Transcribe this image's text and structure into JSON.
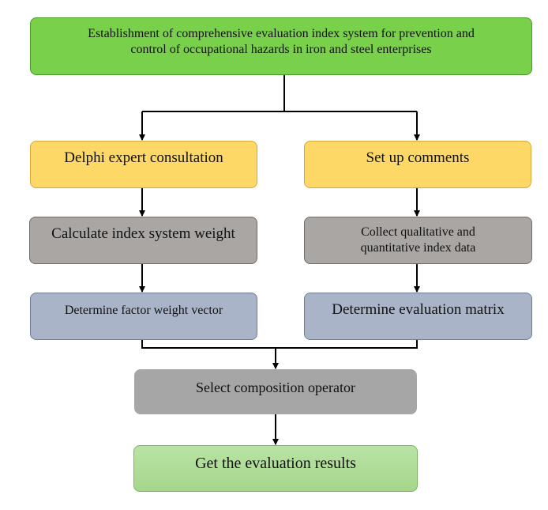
{
  "diagram": {
    "title_box": {
      "line1": "Establishment of comprehensive evaluation index system for prevention and",
      "line2": "control of occupational hazards in iron and steel enterprises"
    },
    "left_column": {
      "step1": "Delphi expert consultation",
      "step2": "Calculate index system weight",
      "step3": "Determine factor weight vector"
    },
    "right_column": {
      "step1": "Set up comments",
      "step2_line1": "Collect qualitative and",
      "step2_line2": "quantitative index data",
      "step3": "Determine evaluation matrix"
    },
    "merge_step": "Select composition operator",
    "final_step": "Get the evaluation results",
    "colors": {
      "top_box": "#79d04b",
      "yellow_box": "#fdd866",
      "gray_box": "#aaa6a4",
      "blue_box": "#aab4c9",
      "operator_box": "#a6a6a6",
      "result_box": "#aad990",
      "connector": "#000000"
    }
  }
}
